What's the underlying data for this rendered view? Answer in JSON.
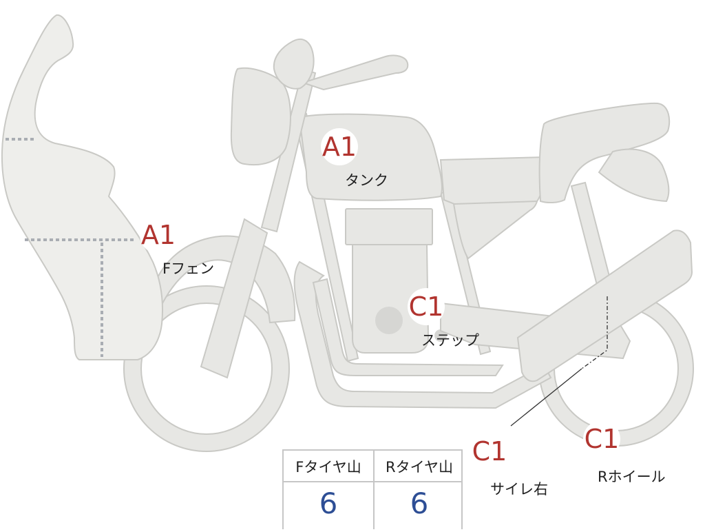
{
  "parts": {
    "front_fender": {
      "label": "Fフェン",
      "grade": "A1"
    },
    "tank": {
      "label": "タンク",
      "grade": "A1"
    },
    "step": {
      "label": "ステップ",
      "grade": "C1"
    },
    "muffler_right": {
      "label": "サイレ右",
      "grade": "C1"
    },
    "rear_wheel": {
      "label": "Rホイール",
      "grade": "C1"
    }
  },
  "tire_table": {
    "headers": [
      "Fタイヤ山",
      "Rタイヤ山"
    ],
    "values": [
      "6",
      "6"
    ]
  },
  "colors": {
    "part_fill": "#e7e7e4",
    "grade_text": "#b1342f",
    "table_value": "#2d4e95"
  }
}
